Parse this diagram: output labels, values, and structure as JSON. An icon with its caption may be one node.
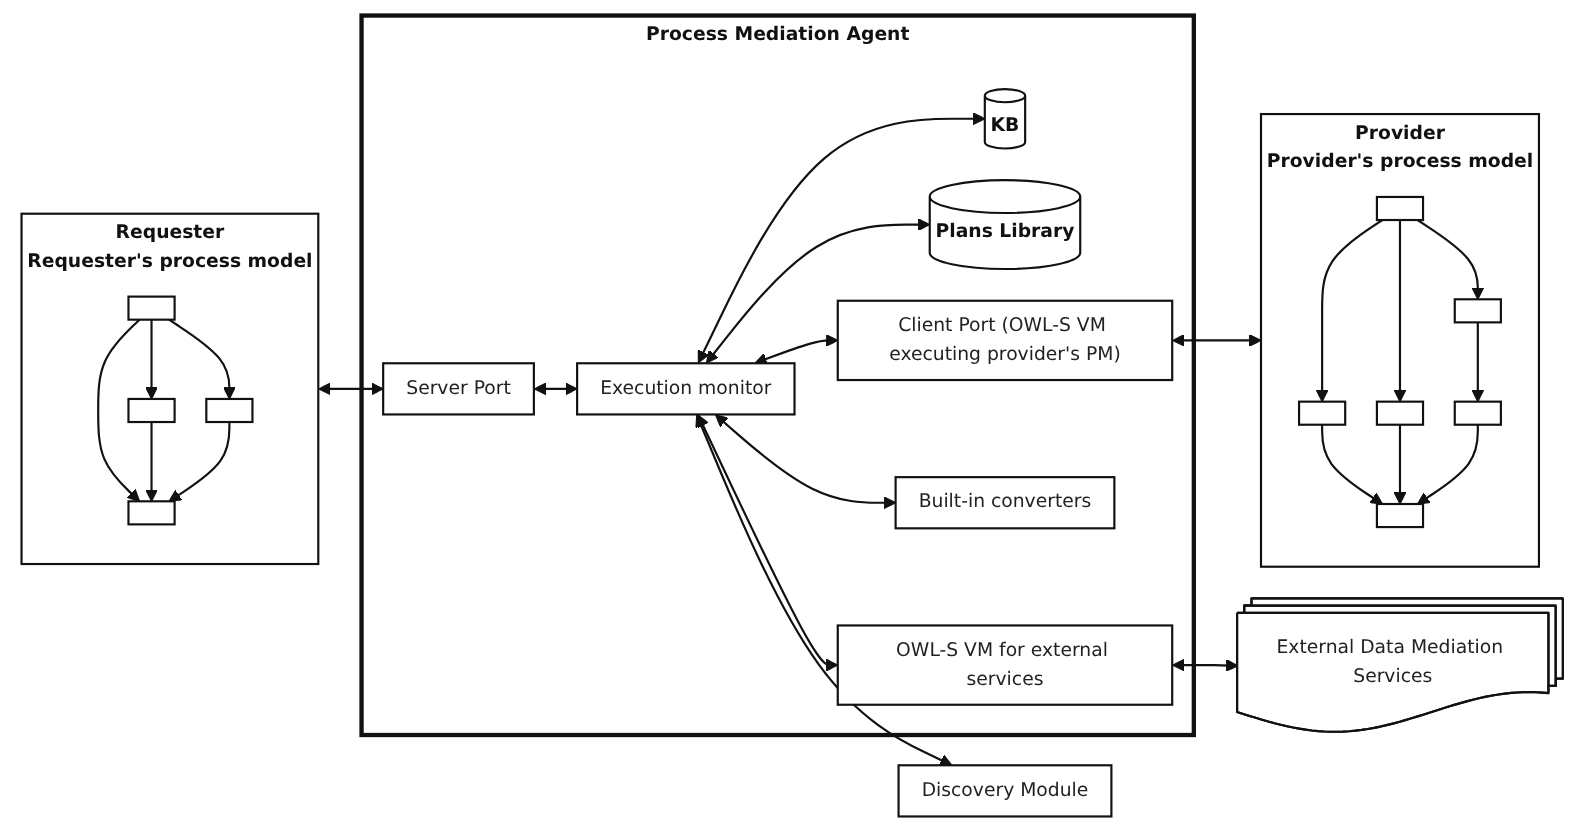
{
  "diagram": {
    "nodes": [
      {
        "text": [
          "Requester",
          "Requester's process model"
        ]
      },
      {
        "text": [],
        "shape": "box",
        "in": 0
      },
      {
        "text": [],
        "shape": "box",
        "in": 0
      },
      {
        "text": [],
        "shape": "box",
        "in": 0
      },
      {
        "text": [],
        "shape": "box",
        "in": 0
      },
      {
        "text": [
          "Process Mediation Agent"
        ]
      },
      {
        "text": [
          "KB"
        ],
        "in": 5
      },
      {
        "text": [
          "Plans Library"
        ],
        "in": 5
      },
      {
        "text": [
          "Server Port"
        ],
        "in": 5
      },
      {
        "text": [
          "Execution monitor"
        ],
        "in": 5
      },
      {
        "text": [
          "Client Port (OWL-S VM executing provider's PM)"
        ],
        "in": 5
      },
      {
        "text": [
          "Built-in converters"
        ],
        "in": 5
      },
      {
        "text": [
          "OWL-S VM for external services"
        ],
        "in": 5
      },
      {
        "text": [
          "Provider",
          "Provider's process model"
        ]
      },
      {
        "text": [],
        "shape": "box",
        "in": 13
      },
      {
        "text": [],
        "shape": "box",
        "in": 13
      },
      {
        "text": [],
        "shape": "box",
        "in": 13
      },
      {
        "text": [],
        "shape": "box",
        "in": 13
      },
      {
        "text": [],
        "shape": "box",
        "in": 13
      },
      {
        "text": [],
        "shape": "box",
        "in": 13
      },
      {
        "text": [
          "Discovery Module"
        ]
      },
      {
        "text": [
          "External Data Mediation Services"
        ]
      }
    ],
    "edges": [
      {
        "from": 1,
        "to": 2,
        "arrow": "to"
      },
      {
        "from": 1,
        "to": 4,
        "arrow": "to"
      },
      {
        "from": 1,
        "to": 3,
        "arrow": "to"
      },
      {
        "from": 2,
        "to": 4,
        "arrow": "to"
      },
      {
        "from": 3,
        "to": 4,
        "arrow": "to"
      },
      {
        "from": 0,
        "to": 8,
        "arrow": "both"
      },
      {
        "from": 8,
        "to": 9,
        "arrow": "both"
      },
      {
        "from": 9,
        "to": 6,
        "arrow": "both"
      },
      {
        "from": 9,
        "to": 7,
        "arrow": "both"
      },
      {
        "from": 9,
        "to": 10,
        "arrow": "both"
      },
      {
        "from": 9,
        "to": 11,
        "arrow": "both"
      },
      {
        "from": 9,
        "to": 12,
        "arrow": "both"
      },
      {
        "from": 9,
        "to": 20,
        "arrow": "both"
      },
      {
        "from": 10,
        "to": 13,
        "arrow": "both"
      },
      {
        "from": 12,
        "to": 21,
        "arrow": "both"
      },
      {
        "from": 14,
        "to": 15,
        "arrow": "to"
      },
      {
        "from": 14,
        "to": 16,
        "arrow": "to"
      },
      {
        "from": 14,
        "to": 17,
        "arrow": "to"
      },
      {
        "from": 15,
        "to": 18,
        "arrow": "to"
      },
      {
        "from": 16,
        "to": 19,
        "arrow": "to"
      },
      {
        "from": 17,
        "to": 19,
        "arrow": "to"
      },
      {
        "from": 18,
        "to": 19,
        "arrow": "to"
      }
    ]
  }
}
